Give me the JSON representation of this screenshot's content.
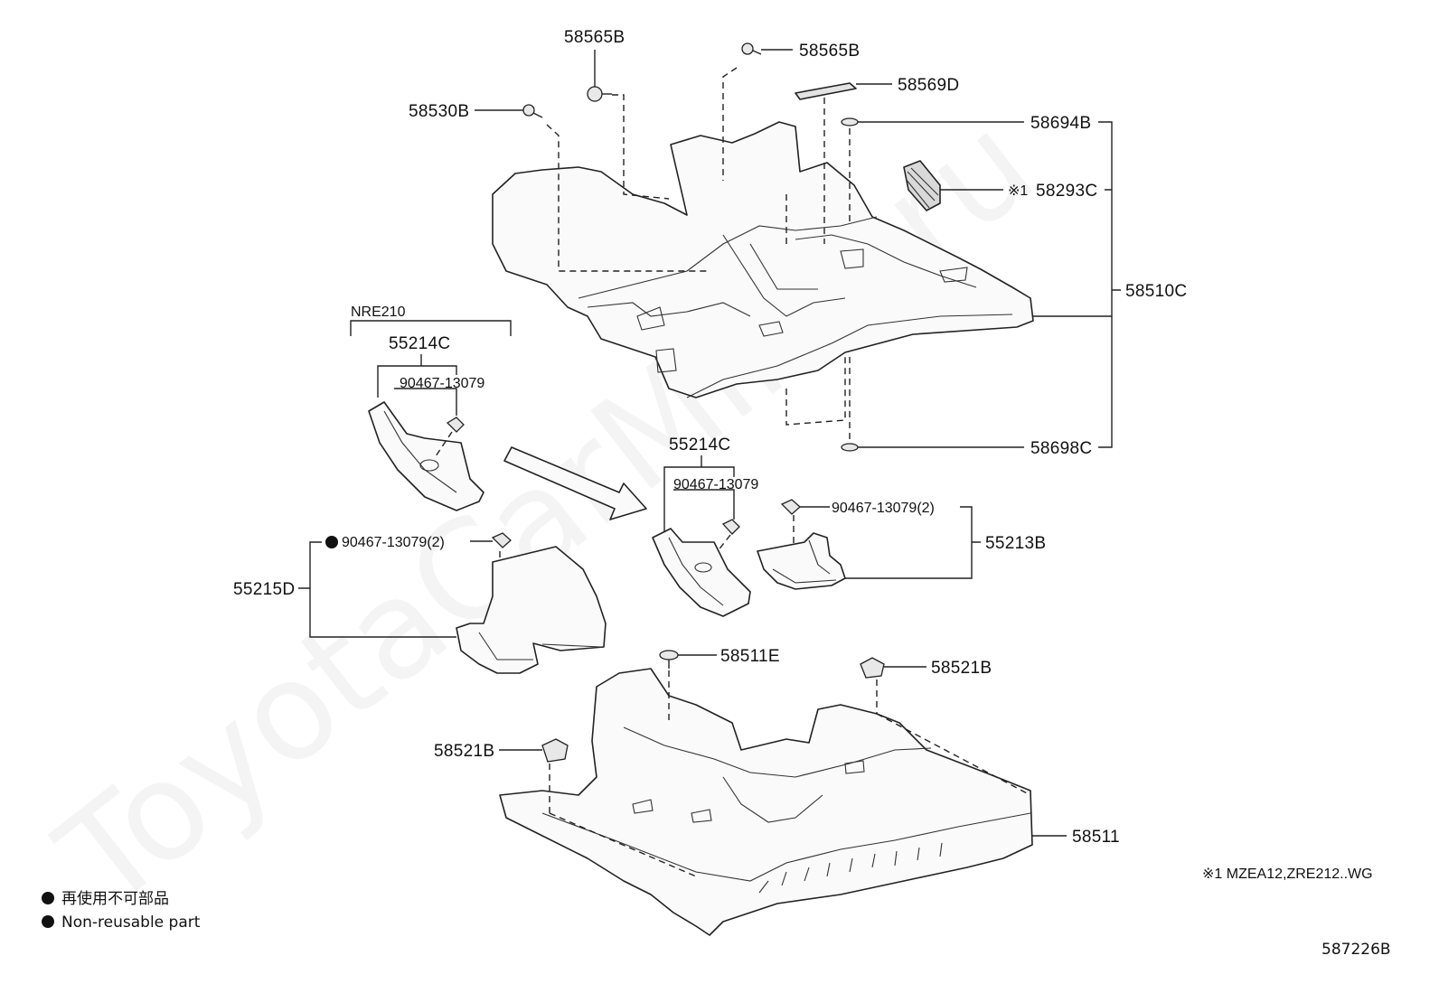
{
  "watermark": "ToyotaCarMine.ru",
  "labels": {
    "p58565B_top": "58565B",
    "p58565B_right": "58565B",
    "p58569D": "58569D",
    "p58530B": "58530B",
    "p58694B": "58694B",
    "p58293C": "58293C",
    "p58293C_mark": "※1",
    "p58510C": "58510C",
    "p58698C": "58698C",
    "nre210": "NRE210",
    "p55214C_left": "55214C",
    "p90467_left": "90467-13079",
    "p55214C_center": "55214C",
    "p90467_center": "90467-13079",
    "p90467_2_right": "90467-13079(2)",
    "p55213B": "55213B",
    "p90467_2_left": "90467-13079(2)",
    "p55215D": "55215D",
    "p58511E": "58511E",
    "p58521B_right": "58521B",
    "p58521B_left": "58521B",
    "p58511": "58511"
  },
  "footnote": "※1 MZEA12,ZRE212..WG",
  "legend": {
    "jp": "再使用不可部品",
    "en": "Non-reusable part"
  },
  "figure_id": "587226B"
}
